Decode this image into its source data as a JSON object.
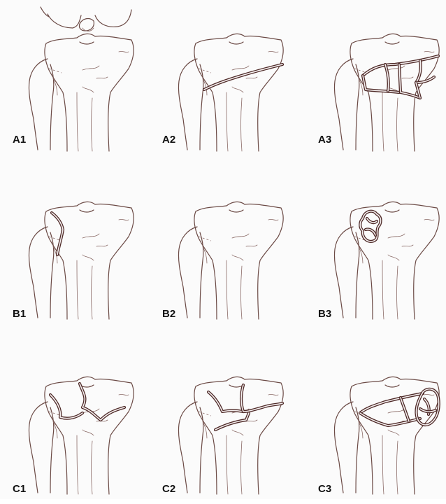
{
  "figure": {
    "panels": [
      {
        "id": "A1",
        "label": "A1"
      },
      {
        "id": "A2",
        "label": "A2"
      },
      {
        "id": "A3",
        "label": "A3"
      },
      {
        "id": "B1",
        "label": "B1"
      },
      {
        "id": "B2",
        "label": "B2"
      },
      {
        "id": "B3",
        "label": "B3"
      },
      {
        "id": "C1",
        "label": "C1"
      },
      {
        "id": "C2",
        "label": "C2"
      },
      {
        "id": "C3",
        "label": "C3"
      }
    ]
  },
  "colors": {
    "bone_outline": "#6b4a45",
    "fracture_line": "#4e2a28",
    "background": "#fbfbfb",
    "label_text": "#111111"
  }
}
